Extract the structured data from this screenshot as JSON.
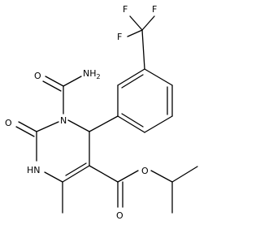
{
  "atom_labels": {
    "fluorine_top_left": "F",
    "fluorine_top_right": "F",
    "fluorine_lower_left": "F",
    "amide_nh2": "NH",
    "amide_nh2_subscript": "2",
    "amide_oxygen": "O",
    "ring_carbonyl_oxygen": "O",
    "ring_nitrogen_n3": "N",
    "ring_nh_n1": "HN",
    "ester_ether_oxygen": "O",
    "ester_carbonyl_oxygen": "O"
  },
  "colors": {
    "bond": "#000000",
    "text": "#000000",
    "background": "#ffffff"
  }
}
